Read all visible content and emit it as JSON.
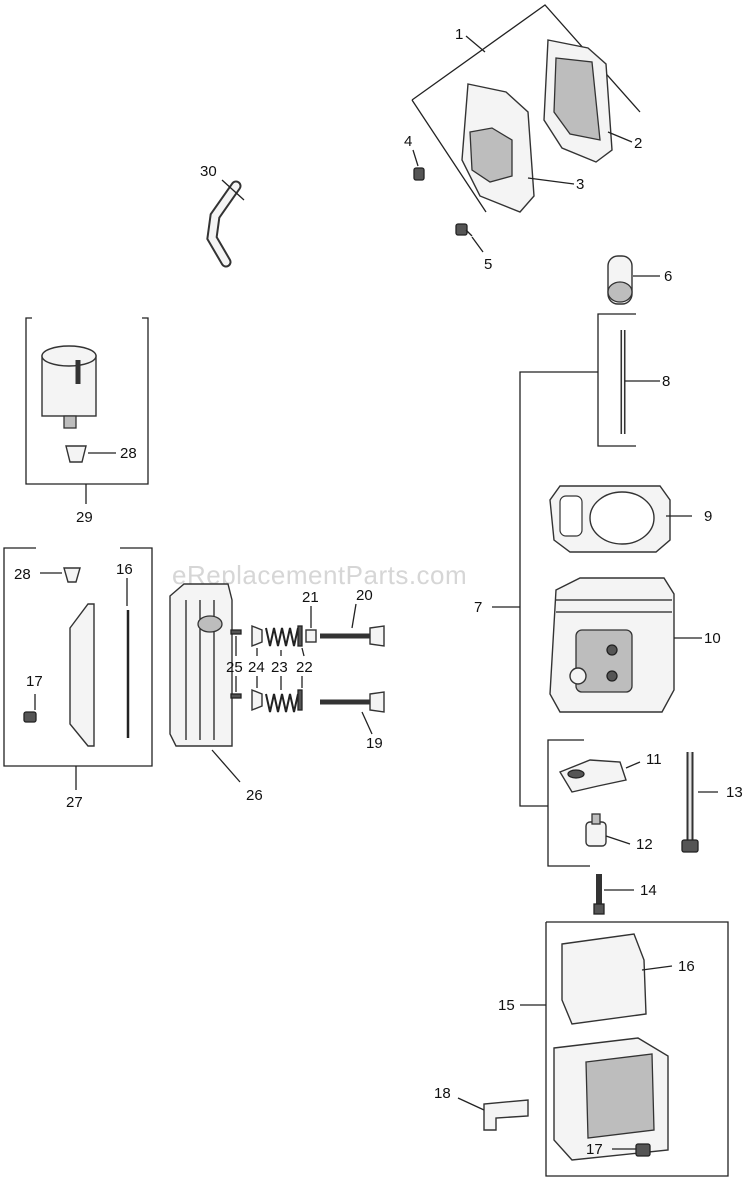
{
  "watermark": "eReplacementParts.com",
  "callouts": [
    "1",
    "2",
    "3",
    "4",
    "5",
    "6",
    "7",
    "8",
    "9",
    "10",
    "11",
    "12",
    "13",
    "14",
    "15",
    "16",
    "16",
    "17",
    "17",
    "18",
    "19",
    "20",
    "21",
    "22",
    "23",
    "24",
    "25",
    "26",
    "27",
    "28",
    "28",
    "29",
    "30"
  ]
}
